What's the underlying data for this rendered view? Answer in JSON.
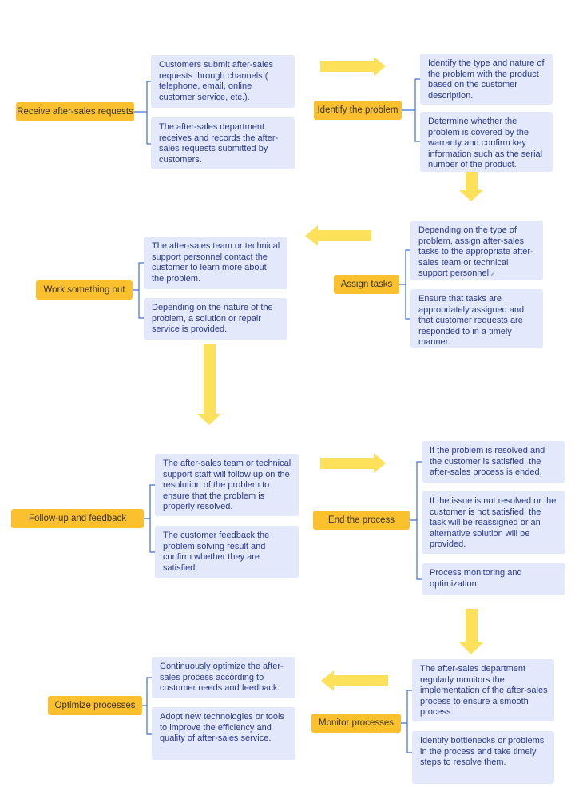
{
  "sections": [
    {
      "label": "Receive after-sales requests",
      "items": [
        "Customers submit after-sales requests through channels ( telephone, email, online customer service, etc.).",
        "The after-sales department receives and records the after-sales requests submitted by customers."
      ]
    },
    {
      "label": "Identify the problem",
      "items": [
        "Identify the type and nature of the problem with the product based on the customer description.",
        "Determine whether the problem is covered by the warranty and confirm key information such as the serial number of the product."
      ]
    },
    {
      "label": "Assign tasks",
      "items": [
        "Depending on the type of problem, assign after-sales tasks to the appropriate after-sales team or technical support personnel.。",
        "Ensure that tasks are appropriately assigned and that customer requests are responded to in a timely manner."
      ]
    },
    {
      "label": "Work something out",
      "items": [
        "The after-sales team or technical support personnel contact the customer to learn more about the problem.",
        "Depending on the nature of the problem, a solution or repair service is provided."
      ]
    },
    {
      "label": "Follow-up and feedback",
      "items": [
        "The after-sales team or technical support staff will follow up on the resolution of the problem to ensure that the problem is properly resolved.",
        "The customer feedback the problem solving result and confirm whether they are satisfied."
      ]
    },
    {
      "label": "End the process",
      "items": [
        "If the problem is resolved and the customer is satisfied, the after-sales process is ended.",
        "If the issue is not resolved or the customer is not satisfied, the task will be reassigned or an alternative solution will be provided.",
        "Process monitoring and optimization"
      ]
    },
    {
      "label": "Monitor processes",
      "items": [
        "The after-sales department regularly monitors the implementation of the after-sales process to ensure a smooth process.",
        "Identify bottlenecks or problems in the process and take timely steps to resolve them."
      ]
    },
    {
      "label": "Optimize processes",
      "items": [
        "Continuously optimize the after-sales process according to customer needs and feedback.",
        "Adopt new technologies or tools to improve the efficiency and quality of after-sales service."
      ]
    }
  ],
  "colors": {
    "label_bg": "#fbc02d",
    "card_bg": "#e3e9fa",
    "card_text": "#2b3a8f",
    "connector": "#3f6fd8",
    "arrow": "#fde15a"
  }
}
